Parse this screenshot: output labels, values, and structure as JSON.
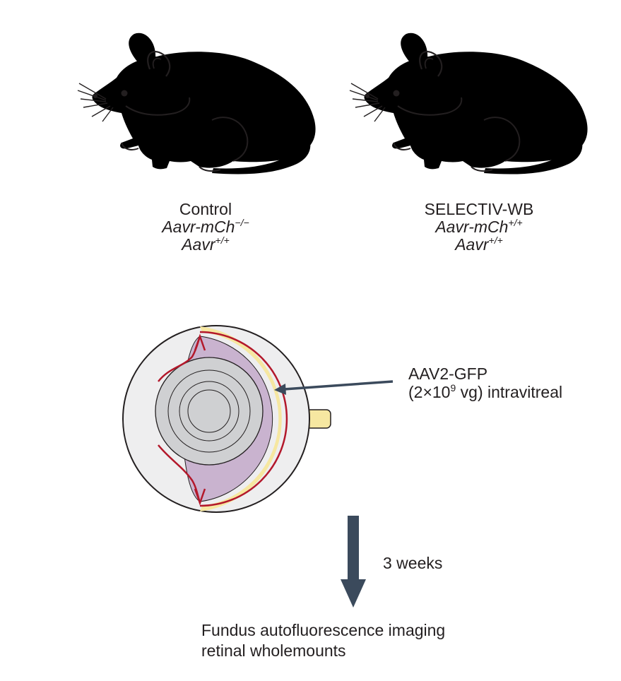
{
  "colors": {
    "control_mouse": "#7b7d80",
    "selectiv_mouse": "#f39a4a",
    "outline": "#231f20",
    "arrow": "#3b4a5c",
    "vitreous": "#c9b3cf",
    "lens": "#cfd0d2",
    "sclera_yellow": "#f6e7a1",
    "vessel_red": "#b3182b",
    "cornea_bg": "#eeeeef"
  },
  "mice": [
    {
      "name": "Control",
      "genotype1_base": "Aavr-mCh",
      "genotype1_sup": "−/−",
      "genotype2_base": "Aavr",
      "genotype2_sup": "+/+"
    },
    {
      "name": "SELECTIV-WB",
      "genotype1_base": "Aavr-mCh",
      "genotype1_sup": "+/+",
      "genotype2_base": "Aavr",
      "genotype2_sup": "+/+"
    }
  ],
  "injection": {
    "line1": "AAV2-GFP",
    "line2_pre": "(2×10",
    "line2_sup": "9",
    "line2_post": " vg) intravitreal"
  },
  "timeline": {
    "duration": "3 weeks"
  },
  "outcome": {
    "line1": "Fundus autofluorescence imaging",
    "line2": "retinal wholemounts"
  }
}
